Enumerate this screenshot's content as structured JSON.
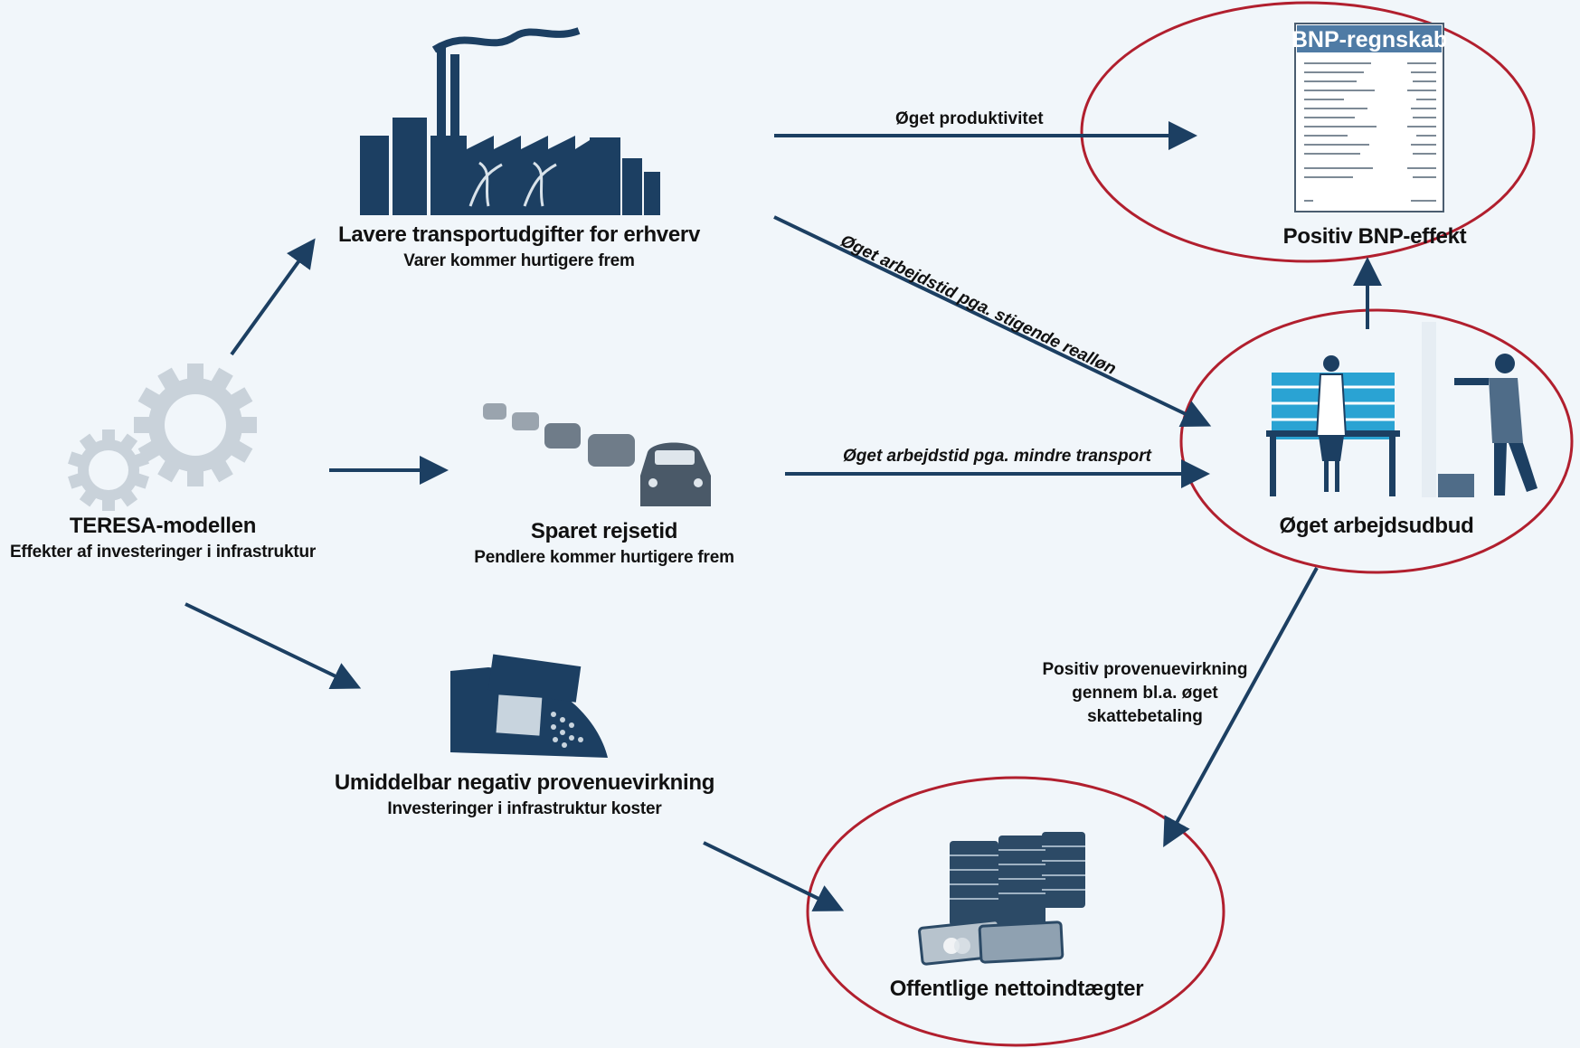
{
  "nodes": {
    "teresa": {
      "title": "TERESA-modellen",
      "subtitle": "Effekter af investeringer  i infrastruktur"
    },
    "transport": {
      "title": "Lavere transportudgifter for erhverv",
      "subtitle": "Varer kommer hurtigere frem"
    },
    "travel": {
      "title": "Sparet rejsetid",
      "subtitle": "Pendlere kommer hurtigere frem"
    },
    "revenue": {
      "title": "Umiddelbar negativ provenuevirkning",
      "subtitle": "Investeringer i infrastruktur koster"
    },
    "gdp": {
      "title": "Positiv BNP-effekt",
      "doc_header": "BNP-regnskab"
    },
    "labor": {
      "title": "Øget arbejdsudbud"
    },
    "net": {
      "title": "Offentlige nettoindtægter"
    }
  },
  "edges": {
    "productivity": "Øget produktivitet",
    "real_wage": "Øget arbejdstid pga. stigende realløn",
    "less_transport": "Øget arbejdstid pga. mindre transport",
    "tax": [
      "Positiv provenuevirkning",
      "gennem bl.a. øget",
      "skattebetaling"
    ]
  },
  "colors": {
    "navy": "#1c3f62",
    "gear": "#c9d2da",
    "ellipse": "#b11f2e",
    "accent": "#2aa3d3",
    "background": "#f1f6fa"
  }
}
